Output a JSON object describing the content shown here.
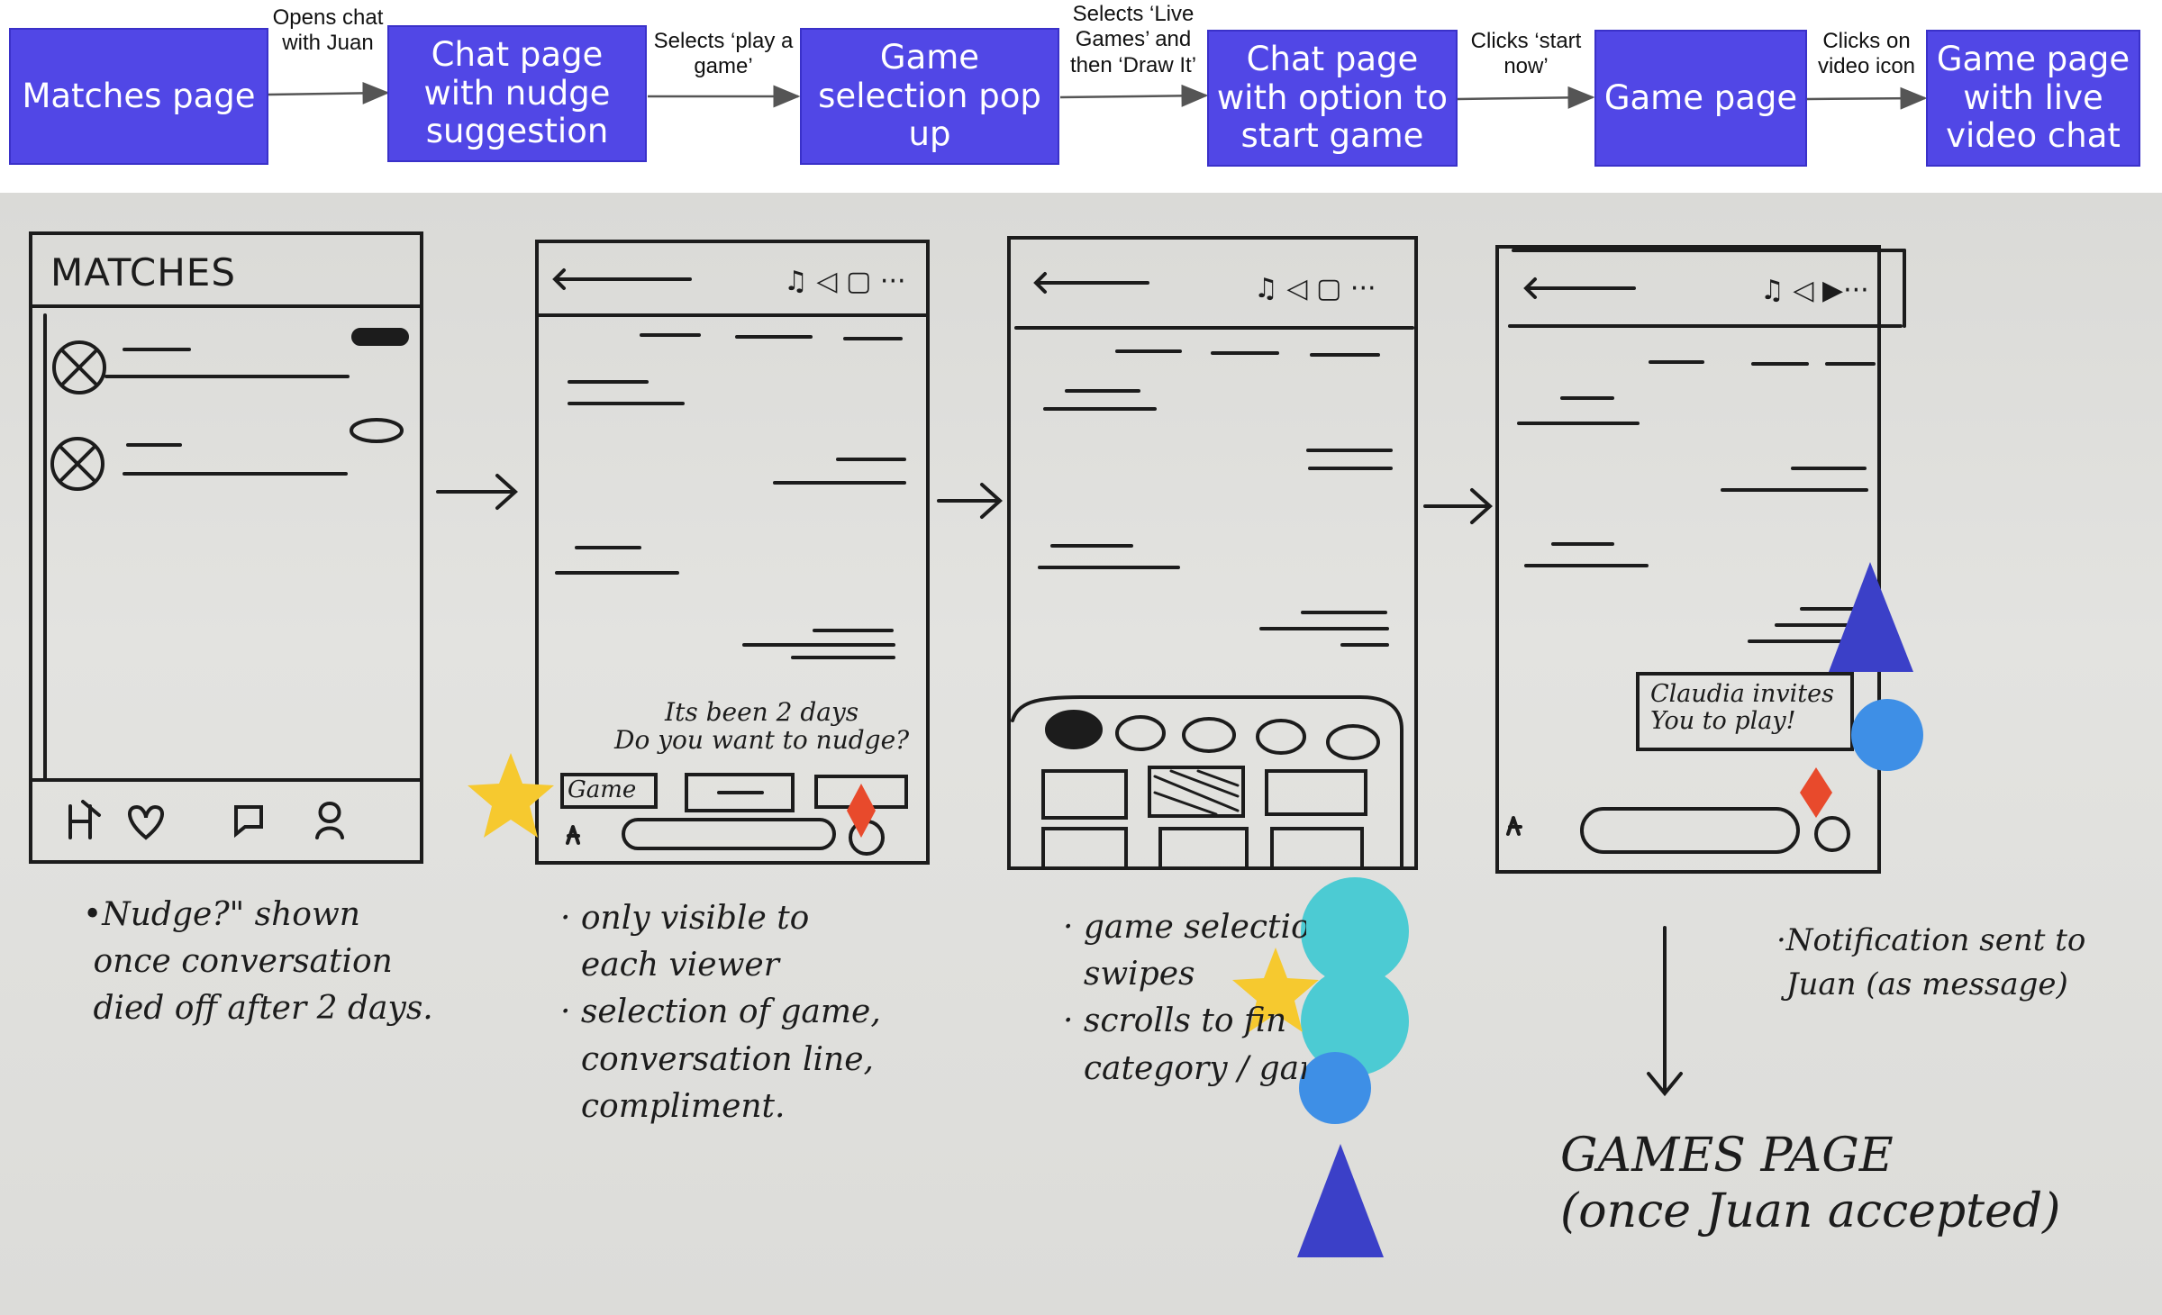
{
  "flow": {
    "steps": [
      {
        "label": "Matches page"
      },
      {
        "label": "Chat page with nudge suggestion"
      },
      {
        "label": "Game selection pop up"
      },
      {
        "label": "Chat page with option to start game"
      },
      {
        "label": "Game page"
      },
      {
        "label": "Game page with live video chat"
      }
    ],
    "transitions": [
      {
        "label": "Opens chat with Juan"
      },
      {
        "label": "Selects ‘play a game’"
      },
      {
        "label": "Selects ‘Live Games’ and then ‘Draw It’"
      },
      {
        "label": "Clicks ‘start now’"
      },
      {
        "label": "Clicks on video icon"
      }
    ]
  },
  "sketch": {
    "matches_title": "MATCHES",
    "nudge_text": "Its been 2 days\nDo you want to nudge?",
    "game_button": "Game",
    "invite_text": "Claudia invites\nYou to play!",
    "notes": {
      "screen1": "•Nudge?\" shown\n once conversation\n died off after 2 days.",
      "screen2": "· only visible to\n  each viewer\n· selection of game,\n  conversation line,\n  compliment.",
      "screen3": "· game selection\n  swipes\n· scrolls to fin\n  category / gar",
      "screen4": "·Notification sent to\n Juan (as message)",
      "games_page": "GAMES PAGE\n(once Juan accepted)"
    }
  },
  "colors": {
    "flow_box": "#5147e6",
    "star": "#f6c92f",
    "teal": "#4ccbd3",
    "blue_dot": "#3e8fe6",
    "triangle": "#3b40c8",
    "diamond": "#e84a2c"
  }
}
